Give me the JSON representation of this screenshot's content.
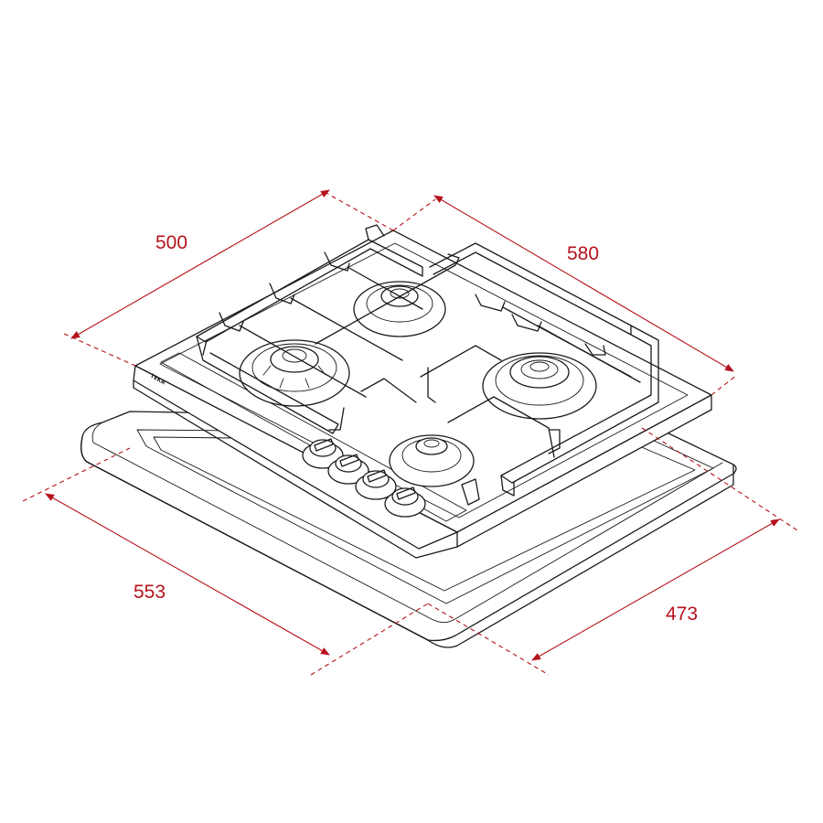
{
  "dimensions": {
    "depth_hob": "500",
    "width_hob": "580",
    "cutout_width": "553",
    "cutout_depth": "473"
  },
  "brand": "TEKA",
  "colors": {
    "dimension": "#b5121b",
    "drawing": "#1a1a1a",
    "background": "#ffffff"
  }
}
